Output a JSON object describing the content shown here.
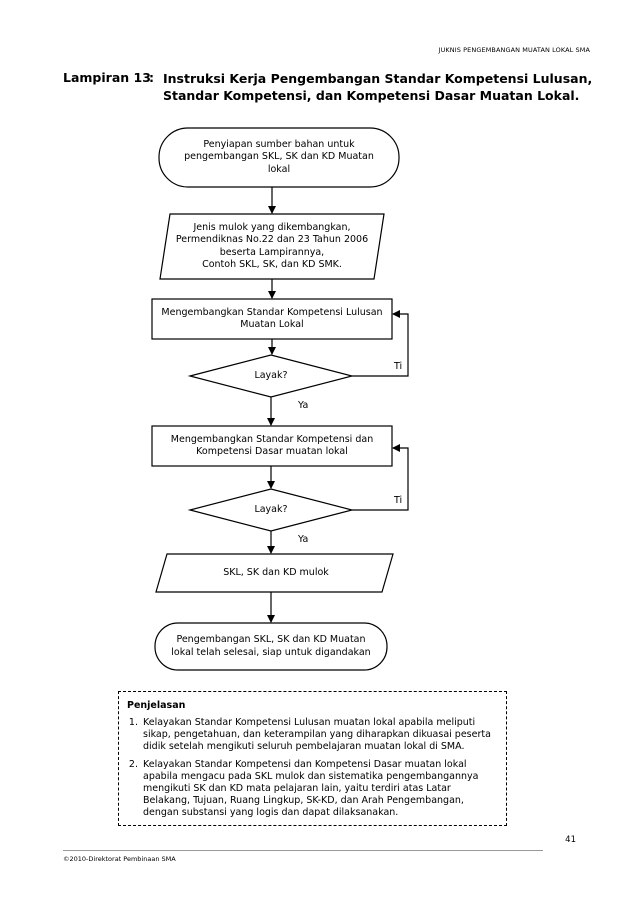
{
  "header": {
    "running_title": "JUKNIS PENGEMBANGAN MUATAN LOKAL SMA"
  },
  "title": {
    "label": "Lampiran 13",
    "colon": ":",
    "text": "Instruksi Kerja Pengembangan Standar Kompetensi Lulusan, Standar Kompetensi, dan Kompetensi Dasar Muatan Lokal."
  },
  "flow": {
    "start": "Penyiapan sumber bahan untuk\npengembangan SKL, SK dan KD Muatan\nlokal",
    "input1": "Jenis mulok yang dikembangkan,\nPermendiknas No.22 dan 23 Tahun 2006\nbeserta Lampirannya,\nContoh SKL, SK, dan KD SMK.",
    "process1": "Mengembangkan Standar Kompetensi  Lulusan\nMuatan Lokal",
    "decision1": "Layak?",
    "no1": "Ti",
    "yes1": "Ya",
    "process2": "Mengembangkan Standar Kompetensi dan\nKompetensi Dasar muatan lokal",
    "decision2": "Layak?",
    "no2": "Ti",
    "yes2": "Ya",
    "output": "SKL, SK dan KD  mulok",
    "end": "Pengembangan SKL, SK dan KD Muatan\nlokal telah selesai, siap untuk digandakan"
  },
  "notes": {
    "title": "Penjelasan",
    "items": [
      "Kelayakan Standar Kompetensi Lulusan muatan lokal apabila meliputi sikap, pengetahuan, dan keterampilan yang diharapkan dikuasai peserta didik setelah mengikuti seluruh pembelajaran muatan lokal di SMA.",
      "Kelayakan Standar Kompetensi dan Kompetensi Dasar muatan lokal apabila mengacu pada SKL mulok dan sistematika pengembangannya mengikuti SK dan KD mata pelajaran lain, yaitu terdiri atas Latar Belakang, Tujuan, Ruang Lingkup, SK-KD, dan Arah Pengembangan, dengan substansi yang logis dan dapat dilaksanakan."
    ]
  },
  "footer": {
    "page_number": "41",
    "copyright": "©2010-Direktorat Pembinaan SMA"
  }
}
